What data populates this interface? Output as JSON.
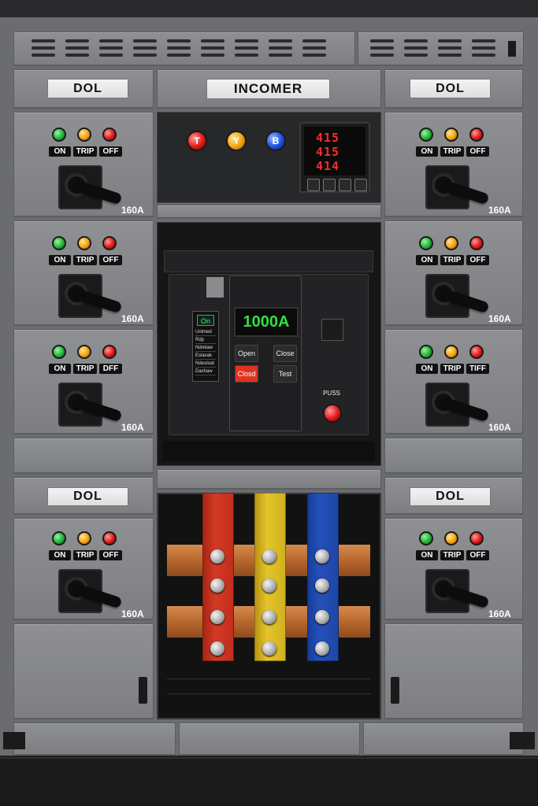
{
  "labels": {
    "incomer": "INCOMER",
    "dol": "DOL"
  },
  "indicator_tags": {
    "on": "ON",
    "trip": "TRIP",
    "off": "OFF"
  },
  "feeder_tags": [
    {
      "on": "ON",
      "trip": "TRIP",
      "off": "OFF"
    },
    {
      "on": "ON",
      "trip": "TRIP",
      "off": "OFF"
    },
    {
      "on": "ON",
      "trip": "TRIP",
      "off": "DFF"
    },
    {
      "on": "ON",
      "trip": "TRIP",
      "off": "OFF"
    },
    {
      "on": "ON",
      "trip": "TRIP",
      "off": "OFF"
    },
    {
      "on": "ON",
      "trip": "TRIP",
      "off": "OFF"
    },
    {
      "on": "ON",
      "trip": "TRIP",
      "off": "TIFF"
    },
    {
      "on": "ON",
      "trip": "TRIP",
      "off": "OFF"
    }
  ],
  "feeder_rating": "160A",
  "phase_lamps": {
    "r": "T",
    "y": "Y",
    "b": "B"
  },
  "meter": {
    "values": [
      "415",
      "415",
      "414"
    ]
  },
  "breaker": {
    "display": "1000A",
    "status_display": "On",
    "open_label": "Open",
    "close_label": "Close",
    "closed_label": "Closd",
    "test_label": "Test",
    "push_label": "PUSS",
    "side_items": [
      "Unlmed",
      "Rdp",
      "Ndrelaw",
      "Eslavak",
      "Ndestoat",
      "Dashaw"
    ]
  },
  "colors": {
    "panel": "#8a8b8e",
    "breaker_display": "#2fe043",
    "busbar_red": "#d23a25",
    "busbar_yellow": "#e5c52a",
    "busbar_blue": "#2550b8",
    "copper": "#c07535"
  }
}
